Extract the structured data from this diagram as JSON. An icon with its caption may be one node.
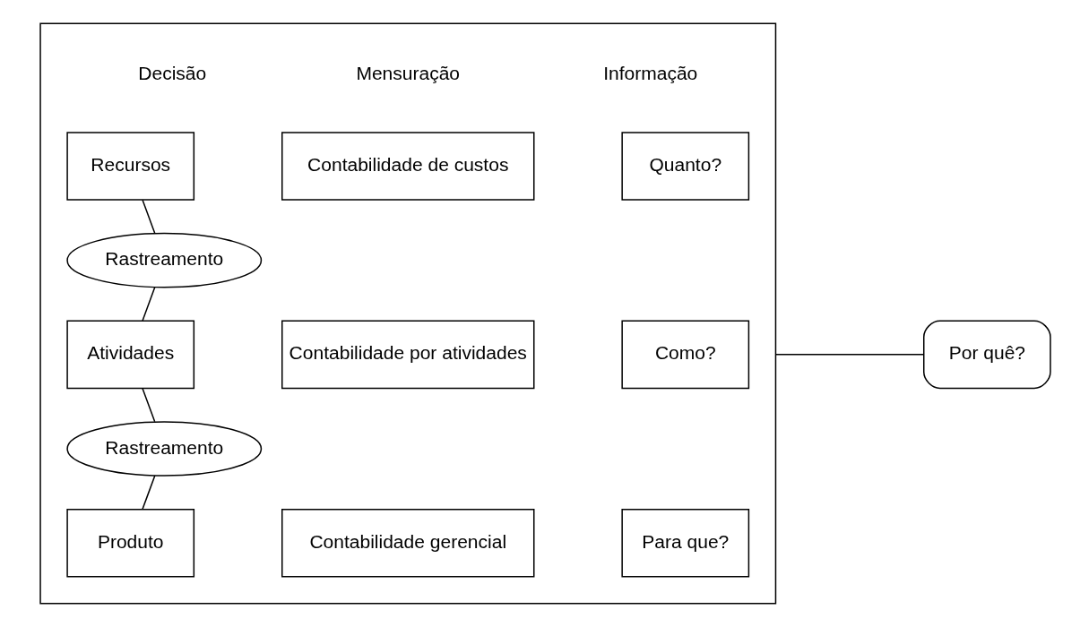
{
  "diagram": {
    "nodes": [
      {
        "text": [],
        "shape": "box"
      },
      {
        "text": [
          "Recursos"
        ],
        "in": 0
      },
      {
        "text": [
          "Contabilidade de custos"
        ],
        "in": 0
      },
      {
        "text": [
          "Quanto?"
        ],
        "in": 0
      },
      {
        "text": [
          "Rastreamento"
        ],
        "in": 0
      },
      {
        "text": [
          "Atividades"
        ],
        "in": 0
      },
      {
        "text": [
          "Contabilidade por atividades"
        ],
        "in": 0
      },
      {
        "text": [
          "Como?"
        ],
        "in": 0
      },
      {
        "text": [
          "Rastreamento"
        ],
        "in": 0
      },
      {
        "text": [
          "Produto"
        ],
        "in": 0
      },
      {
        "text": [
          "Contabilidade gerencial"
        ],
        "in": 0
      },
      {
        "text": [
          "Para que?"
        ],
        "in": 0
      },
      {
        "text": [
          "Por quê?"
        ]
      }
    ],
    "edges": [
      {
        "from": 1,
        "to": 4,
        "arrow": "none"
      },
      {
        "from": 4,
        "to": 5,
        "arrow": "none"
      },
      {
        "from": 5,
        "to": 8,
        "arrow": "none"
      },
      {
        "from": 8,
        "to": 9,
        "arrow": "none"
      },
      {
        "from": 0,
        "to": 12,
        "arrow": "none"
      }
    ],
    "labels": [
      "Decisão",
      "Mensuração",
      "Informação"
    ]
  }
}
